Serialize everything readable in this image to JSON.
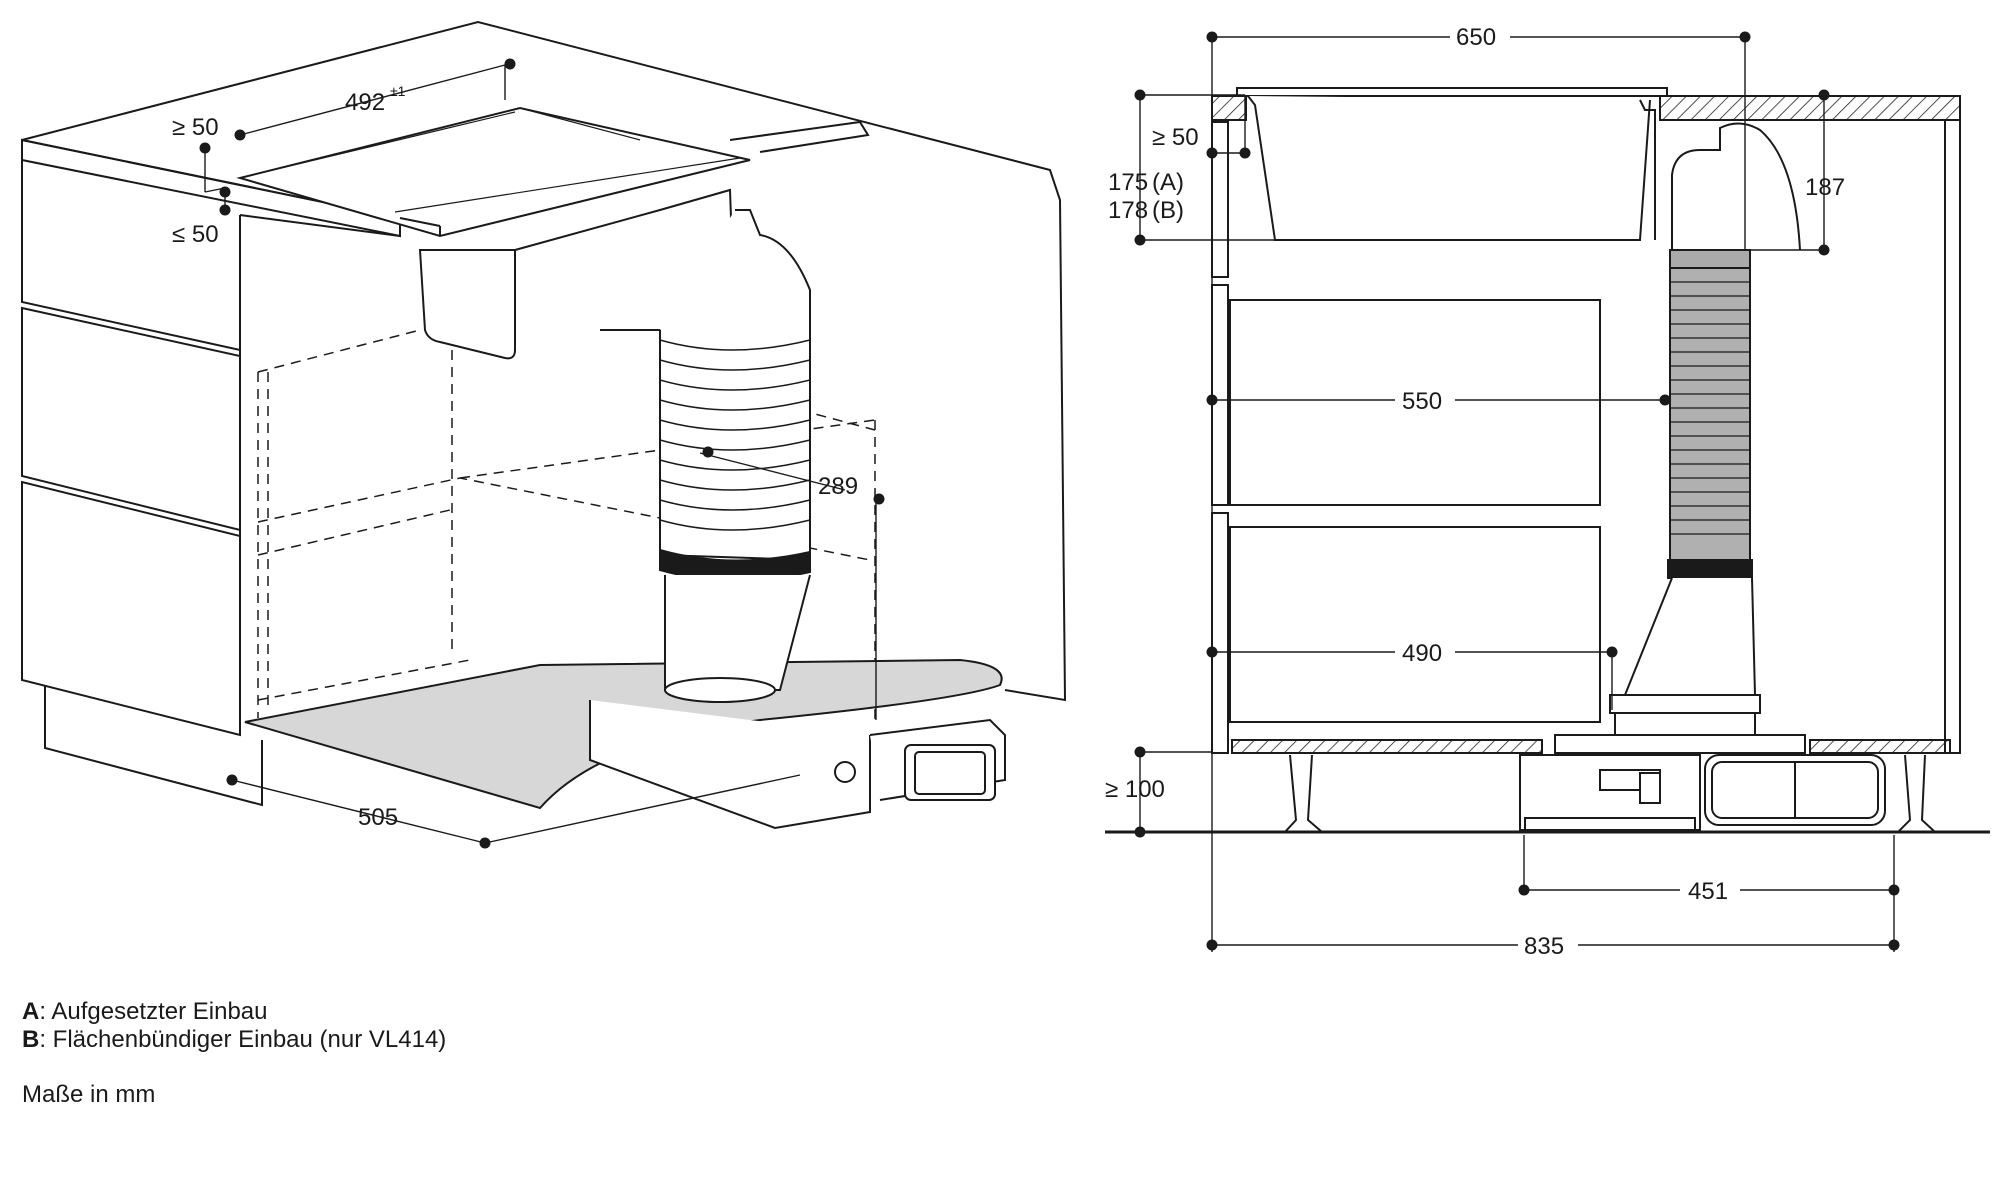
{
  "dimensions": {
    "iso": {
      "width_top": "492",
      "width_top_tol": "±1",
      "ge50": "≥ 50",
      "le50": "≤ 50",
      "duct": "289",
      "depth": "505"
    },
    "side": {
      "total_width": "650",
      "ge50": "≥ 50",
      "h175": "175",
      "h175_tag": "(A)",
      "h178": "178",
      "h178_tag": "(B)",
      "d187": "187",
      "d550": "550",
      "d490": "490",
      "ge100": "≥ 100",
      "d451": "451",
      "d835": "835"
    }
  },
  "legend": {
    "a_key": "A",
    "a_text": ": Aufgesetzter Einbau",
    "b_key": "B",
    "b_text": ": Flächenbündiger Einbau (nur VL414)",
    "unit": "Maße in mm"
  }
}
